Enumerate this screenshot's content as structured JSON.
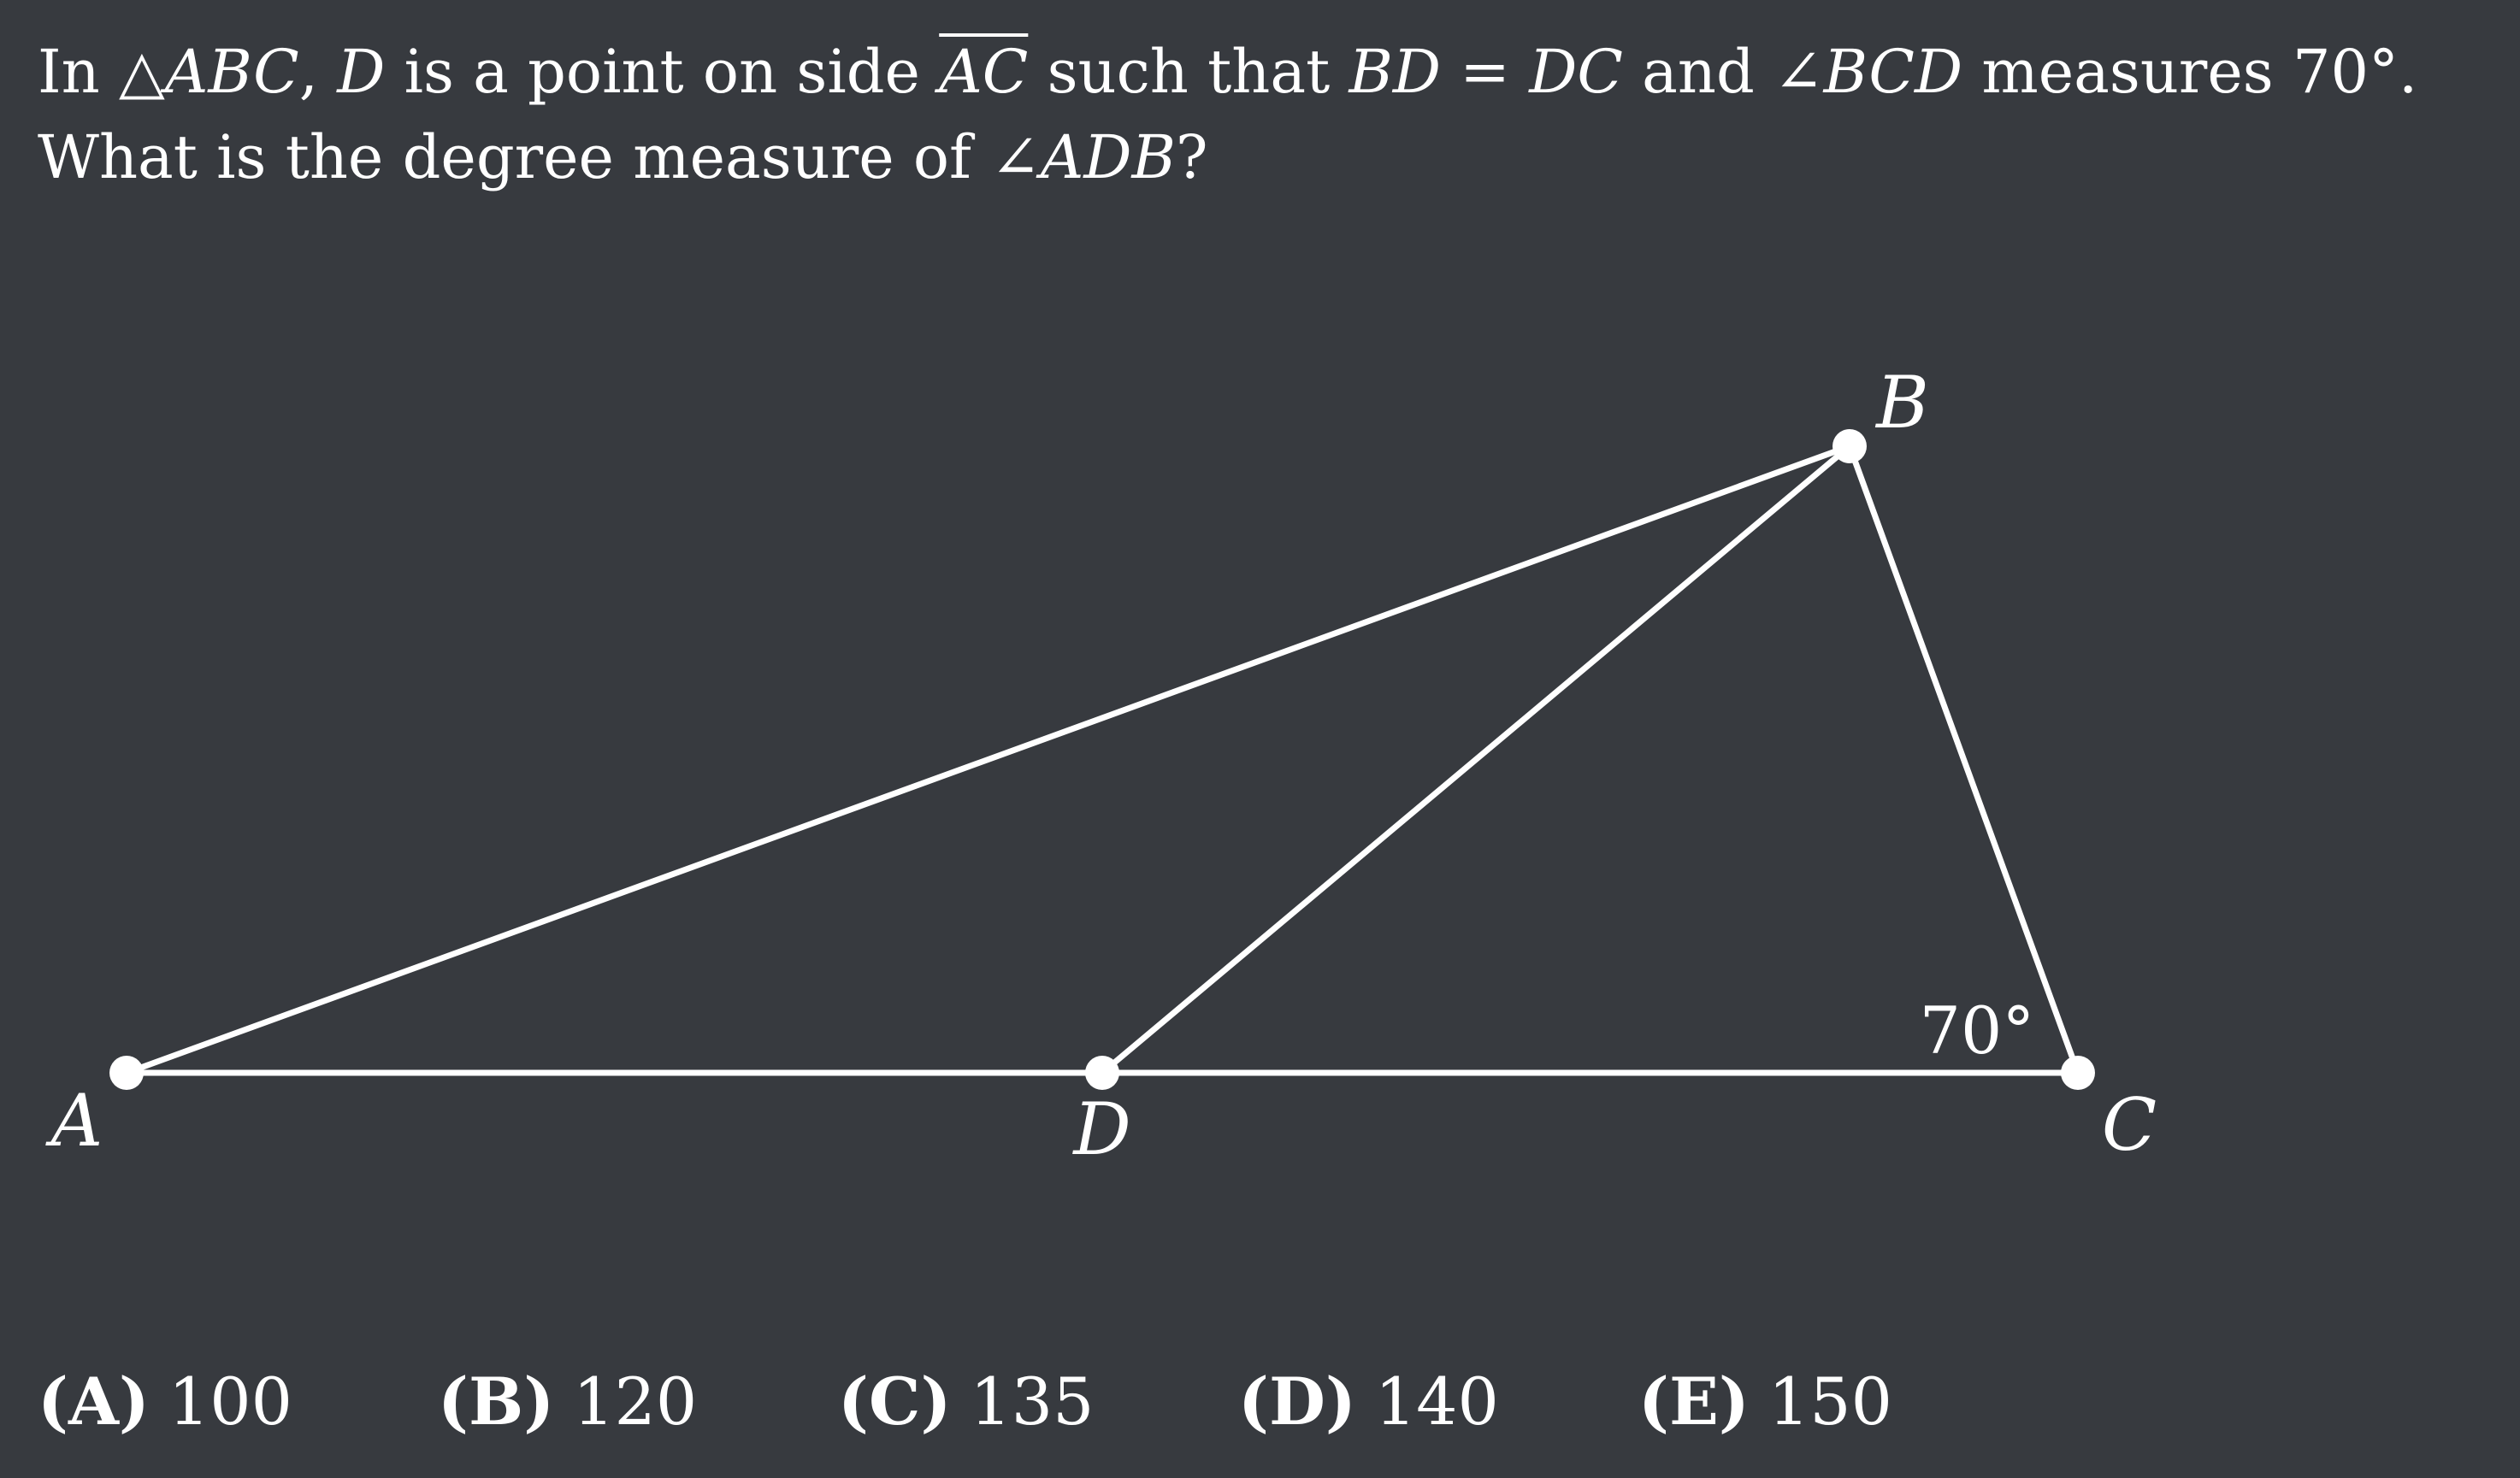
{
  "problem": {
    "parts": [
      {
        "t": "In ",
        "m": false
      },
      {
        "t": "△ABC",
        "m": true
      },
      {
        "t": ", ",
        "m": false
      },
      {
        "t": "D",
        "m": true
      },
      {
        "t": " is a point on side ",
        "m": false
      },
      {
        "t": "AC",
        "m": true,
        "overline": true
      },
      {
        "t": " such that ",
        "m": false
      },
      {
        "t": "BD",
        "m": true
      },
      {
        "t": " = ",
        "m": false
      },
      {
        "t": "DC",
        "m": true
      },
      {
        "t": " and ",
        "m": false
      },
      {
        "t": "∠BCD",
        "m": true
      },
      {
        "t": " measures 70°. What is the degree measure of ",
        "m": false
      },
      {
        "t": "∠ADB",
        "m": true
      },
      {
        "t": "?",
        "m": false
      }
    ]
  },
  "figure": {
    "points": [
      {
        "id": "A",
        "label": "A"
      },
      {
        "id": "B",
        "label": "B"
      },
      {
        "id": "C",
        "label": "C"
      },
      {
        "id": "D",
        "label": "D"
      }
    ],
    "segments": [
      [
        "A",
        "C"
      ],
      [
        "A",
        "B"
      ],
      [
        "B",
        "D"
      ],
      [
        "B",
        "C"
      ]
    ],
    "angle_label": "70°",
    "colors": {
      "background": "#373a3f",
      "ink": "#ffffff"
    }
  },
  "choices": [
    {
      "letter": "(A)",
      "value": "100"
    },
    {
      "letter": "(B)",
      "value": "120"
    },
    {
      "letter": "(C)",
      "value": "135"
    },
    {
      "letter": "(D)",
      "value": "140"
    },
    {
      "letter": "(E)",
      "value": "150"
    }
  ]
}
